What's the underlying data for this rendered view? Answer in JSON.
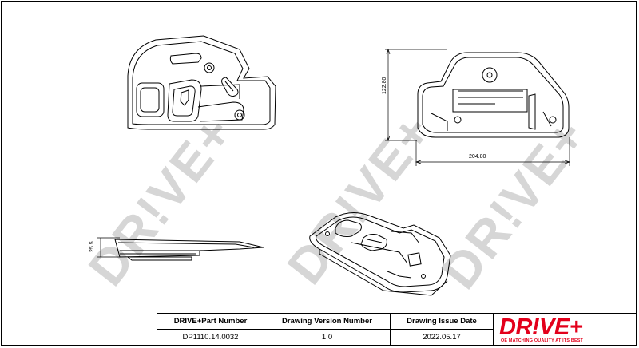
{
  "watermark": {
    "text": "DR!VE+"
  },
  "dimensions": {
    "height": "122.80",
    "width": "204.80",
    "thickness": "25.5"
  },
  "title_block": {
    "headers": [
      "DRIVE+Part Number",
      "Drawing Version Number",
      "Drawing Issue Date"
    ],
    "values": [
      "DP1110.14.0032",
      "1.0",
      "2022.05.17"
    ]
  },
  "logo": {
    "text": "DR!VE+",
    "tagline": "OE MATCHING QUALITY AT ITS BEST",
    "color": "#e3001b"
  },
  "colors": {
    "line": "#000000",
    "watermark": "#d6d6d6"
  }
}
